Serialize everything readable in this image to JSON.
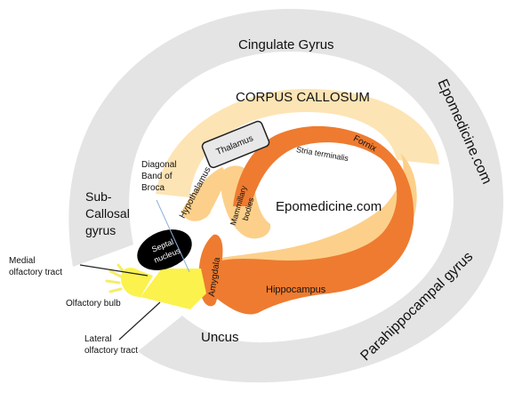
{
  "labels": {
    "cingulate_gyrus": "Cingulate Gyrus",
    "corpus_callosum": "CORPUS CALLOSUM",
    "watermark_side": "Epomedicine.com",
    "watermark_center": "Epomedicine.com",
    "parahippocampal_gyrus": "Parahippocampal gyrus",
    "uncus": "Uncus",
    "sub_callosal_gyrus": [
      "Sub-",
      "Callosal",
      "gyrus"
    ],
    "thalamus": "Thalamus",
    "fornix": "Fornix",
    "stria_terminalis": "Stria terminalis",
    "hypothalamus": "Hypothalamus",
    "mammillary_bodies": [
      "Mammillary",
      "bodies"
    ],
    "diagonal_band_of_broca": [
      "Diagonal",
      "Band of",
      "Broca"
    ],
    "septal_nucleus": [
      "Septal",
      "nucleus"
    ],
    "amygdala": "Amygdala",
    "hippocampus": "Hippocampus",
    "medial_olfactory_tract": [
      "Medial",
      "olfactory tract"
    ],
    "olfactory_bulb": "Olfactory bulb",
    "lateral_olfactory_tract": [
      "Lateral",
      "olfactory tract"
    ]
  },
  "colors": {
    "outer_ring": "#e4e4e4",
    "corpus_callosum": "#fde4b4",
    "light_orange": "#fcd08a",
    "orange": "#ee7b30",
    "thalamus_fill": "#e8e8e8",
    "septal": "#000000",
    "olfactory_bulb": "#fbf24e",
    "olfactory_rays": "#f6ec6a",
    "pointer_line": "#222222",
    "diagonal_band_line": "#8fb0d8"
  }
}
